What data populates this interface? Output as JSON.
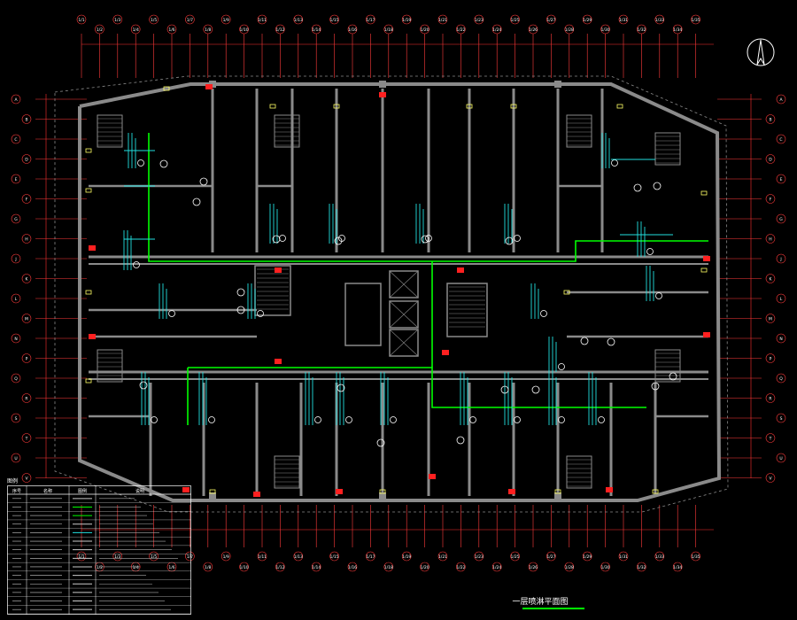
{
  "drawing": {
    "title": "一层喷淋平面图",
    "background": "#000000"
  },
  "colors": {
    "wall": "#8a8a8a",
    "axis": "#ff3b3b",
    "sprinkler_main": "#00ff00",
    "sprinkler_branch": "#22e0e0",
    "dimension": "#ff3030",
    "text": "#ffffff",
    "hydrant": "#ff2020",
    "door": "#ffff66"
  },
  "axis_labels": {
    "top": [
      "1/1",
      "1/2",
      "1/3",
      "1/4",
      "1/5",
      "1/6",
      "1/7",
      "1/8",
      "1/9",
      "1/10",
      "1/11",
      "1/12",
      "1/13",
      "1/14",
      "1/15",
      "1/16",
      "1/17",
      "1/18",
      "1/19",
      "1/20",
      "1/21",
      "1/22",
      "1/23",
      "1/24",
      "1/25",
      "1/26",
      "1/27",
      "1/28",
      "1/29",
      "1/30",
      "1/31",
      "1/32",
      "1/33",
      "1/34",
      "1/35"
    ],
    "left": [
      "A",
      "B",
      "C",
      "D",
      "E",
      "F",
      "G",
      "H",
      "J",
      "K",
      "L",
      "M",
      "N",
      "P",
      "Q",
      "R",
      "S",
      "T",
      "U",
      "V"
    ],
    "right": [
      "A",
      "B",
      "C",
      "D",
      "E",
      "F",
      "G",
      "H",
      "J",
      "K",
      "L",
      "M",
      "N",
      "P",
      "Q",
      "R",
      "S",
      "T",
      "U",
      "V"
    ]
  },
  "legend": {
    "header": [
      "序号",
      "名称",
      "图例",
      "说明"
    ],
    "rows": 14
  }
}
